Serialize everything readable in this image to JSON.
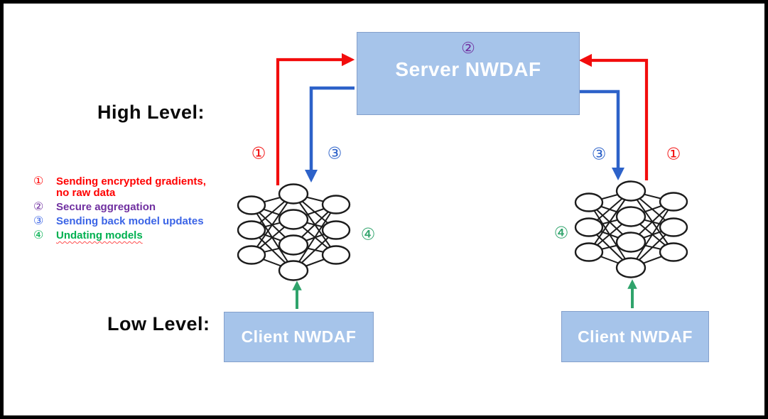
{
  "labels": {
    "high_level": "High Level:",
    "low_level": "Low Level:"
  },
  "boxes": {
    "server": {
      "label": "Server NWDAF",
      "step_badge": "②"
    },
    "client_left": {
      "label": "Client NWDAF"
    },
    "client_right": {
      "label": "Client NWDAF"
    }
  },
  "flow_badges": {
    "left_upload": "①",
    "left_download": "③",
    "right_download": "③",
    "right_upload": "①",
    "left_update": "④",
    "right_update": "④"
  },
  "legend": {
    "item1": {
      "num": "①",
      "line1": "Sending encrypted gradients,",
      "line2": "no raw data"
    },
    "item2": {
      "num": "②",
      "line1": "Secure aggregation"
    },
    "item3": {
      "num": "③",
      "line1": "Sending back model updates"
    },
    "item4": {
      "num": "④",
      "line1": "Undating models"
    }
  },
  "colors": {
    "red": "#f20d0d",
    "blue": "#2d62c9",
    "green": "#2fa36b",
    "purple": "#7030a0",
    "legend_red": "#ff0000",
    "legend_blue": "#3b64e6",
    "legend_green": "#00b050",
    "box_fill": "#a6c4ea",
    "box_border": "#839fcb"
  }
}
